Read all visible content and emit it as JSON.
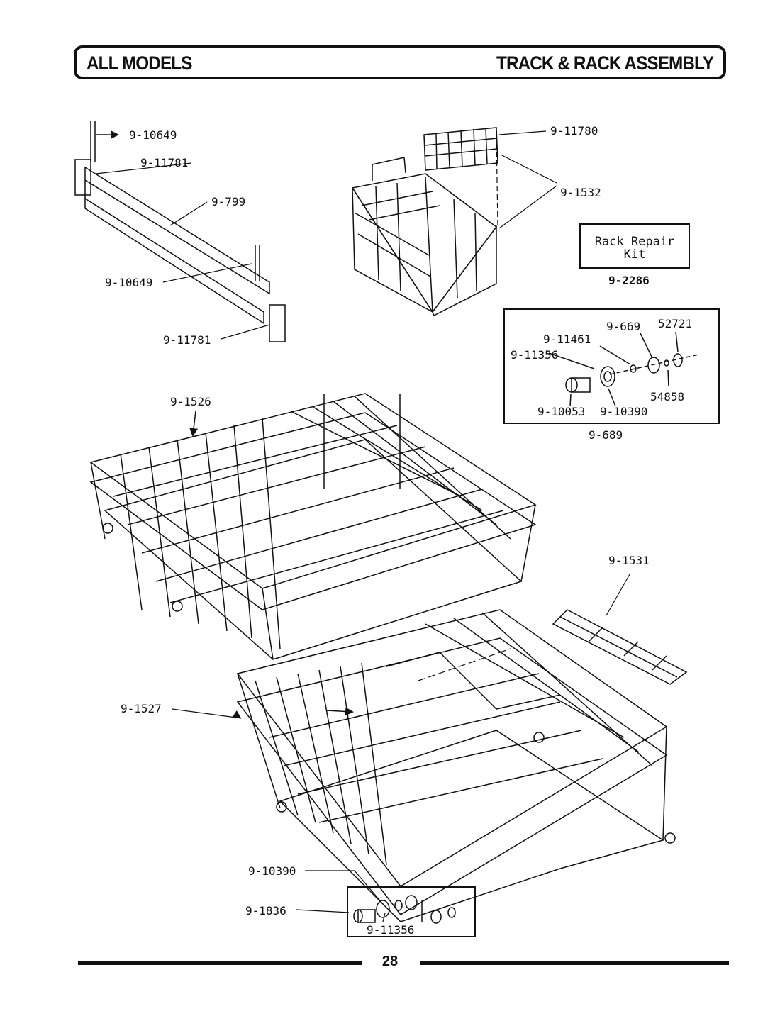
{
  "header": {
    "left_title": "ALL MODELS",
    "right_title": "TRACK & RACK ASSEMBLY"
  },
  "labels": {
    "l_9_10649_top": "9-10649",
    "l_9_11781_top": "9-11781",
    "l_9_799": "9-799",
    "l_9_10649_mid": "9-10649",
    "l_9_11781_bot": "9-11781",
    "l_9_11780": "9-11780",
    "l_9_1532": "9-1532",
    "l_9_1526": "9-1526",
    "l_9_1531": "9-1531",
    "l_9_1527": "9-1527",
    "l_9_669": "9-669",
    "l_52721": "52721",
    "l_9_11461": "9-11461",
    "l_9_11356_a": "9-11356",
    "l_54858": "54858",
    "l_9_10053": "9-10053",
    "l_9_10390_a": "9-10390",
    "l_9_689": "9-689",
    "l_9_10390_b": "9-10390",
    "l_9_1836": "9-1836",
    "l_9_11356_b": "9-11356"
  },
  "kit": {
    "line1": "Rack Repair",
    "line2": "Kit",
    "part": "9-2286"
  },
  "footer": {
    "page": "28"
  }
}
